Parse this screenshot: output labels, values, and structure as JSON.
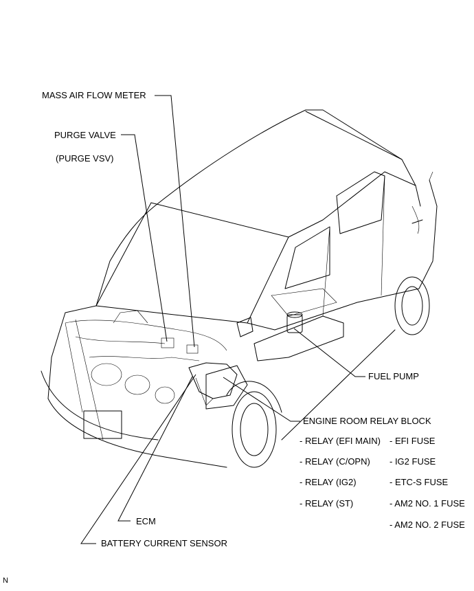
{
  "labels": {
    "mass_air_flow_meter": "MASS AIR FLOW METER",
    "purge_valve": "PURGE VALVE",
    "purge_vsv": "(PURGE VSV)",
    "fuel_pump": "FUEL PUMP",
    "engine_room_relay_block": "ENGINE ROOM RELAY BLOCK",
    "ecm": "ECM",
    "battery_current_sensor": "BATTERY CURRENT SENSOR",
    "corner_mark": "N"
  },
  "relay_block_items": {
    "relays": [
      "- RELAY  (EFI MAIN)",
      "- RELAY  (C/OPN)",
      "- RELAY  (IG2)",
      "- RELAY  (ST)"
    ],
    "fuses": [
      "- EFI FUSE",
      "- IG2 FUSE",
      "- ETC-S FUSE",
      "- AM2 NO. 1 FUSE",
      "- AM2 NO. 2 FUSE"
    ]
  }
}
